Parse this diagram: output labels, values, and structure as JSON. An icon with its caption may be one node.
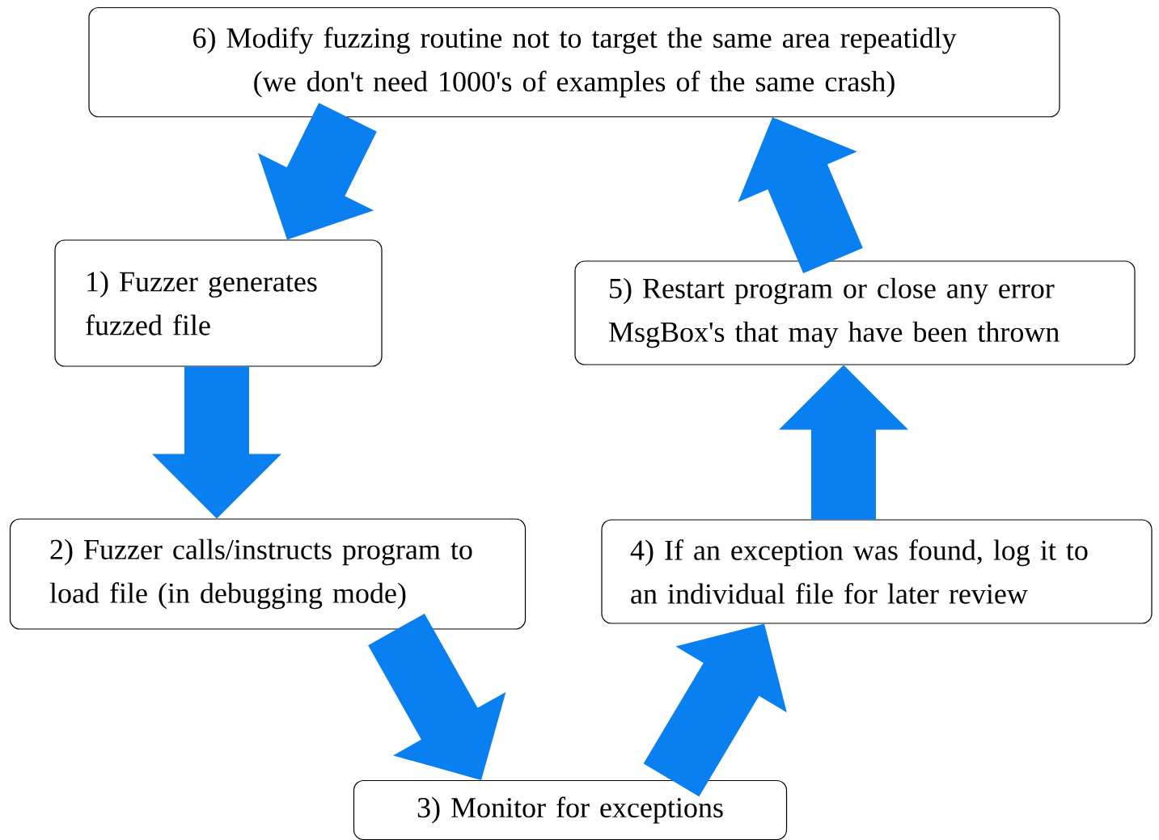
{
  "diagram": {
    "nodes": [
      {
        "text": [
          "6) Modify fuzzing routine not to target the same area repeatidly (we don't need 1000's of examples of the same crash)"
        ]
      },
      {
        "text": [
          "1) Fuzzer generates fuzzed file"
        ]
      },
      {
        "text": [
          "2) Fuzzer calls/instructs program to load file (in debugging mode)"
        ]
      },
      {
        "text": [
          "3) Monitor for exceptions"
        ]
      },
      {
        "text": [
          "4) If an exception was found, log it to an individual file for later review"
        ]
      },
      {
        "text": [
          "5) Restart program or close any error MsgBox's that may have been thrown"
        ]
      }
    ],
    "edges": [
      {
        "from": 0,
        "to": 1,
        "arrow": "to"
      },
      {
        "from": 1,
        "to": 2,
        "arrow": "to"
      },
      {
        "from": 2,
        "to": 3,
        "arrow": "to"
      },
      {
        "from": 3,
        "to": 4,
        "arrow": "to"
      },
      {
        "from": 4,
        "to": 5,
        "arrow": "to"
      },
      {
        "from": 5,
        "to": 0,
        "arrow": "to"
      }
    ]
  }
}
